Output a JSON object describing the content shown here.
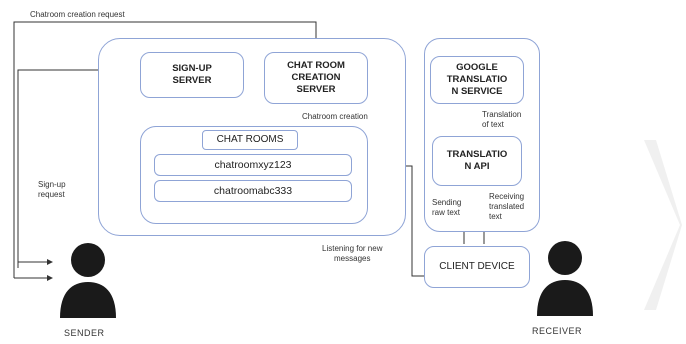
{
  "labels": {
    "chatroom_creation_request": "Chatroom creation request",
    "signup_request_line1": "Sign-up",
    "signup_request_line2": "request",
    "chatroom_creation": "Chatroom creation",
    "translation_of_text_line1": "Translation",
    "translation_of_text_line2": "of text",
    "sending_raw_text_line1": "Sending",
    "sending_raw_text_line2": "raw text",
    "receiving_translated_text_line1": "Receiving",
    "receiving_translated_text_line2": "translated",
    "receiving_translated_text_line3": "text",
    "listening_line1": "Listening for new",
    "listening_line2": "messages"
  },
  "boxes": {
    "signup_server_line1": "SIGN-UP",
    "signup_server_line2": "SERVER",
    "chat_room_creation_server_line1": "CHAT ROOM",
    "chat_room_creation_server_line2": "CREATION",
    "chat_room_creation_server_line3": "SERVER",
    "chat_rooms": "CHAT ROOMS",
    "chatroom_1": "chatroomxyz123",
    "chatroom_2": "chatroomabc333",
    "google_translation_line1": "GOOGLE",
    "google_translation_line2": "TRANSLATIO",
    "google_translation_line3": "N SERVICE",
    "translation_api_line1": "TRANSLATIO",
    "translation_api_line2": "N API",
    "client_device": "CLIENT DEVICE"
  },
  "actors": {
    "sender": "SENDER",
    "receiver": "RECEIVER"
  },
  "colors": {
    "box_border": "#8fa4d6",
    "arrow": "#333333",
    "person": "#1a1a1a",
    "chevron": "#f0f0f0"
  }
}
